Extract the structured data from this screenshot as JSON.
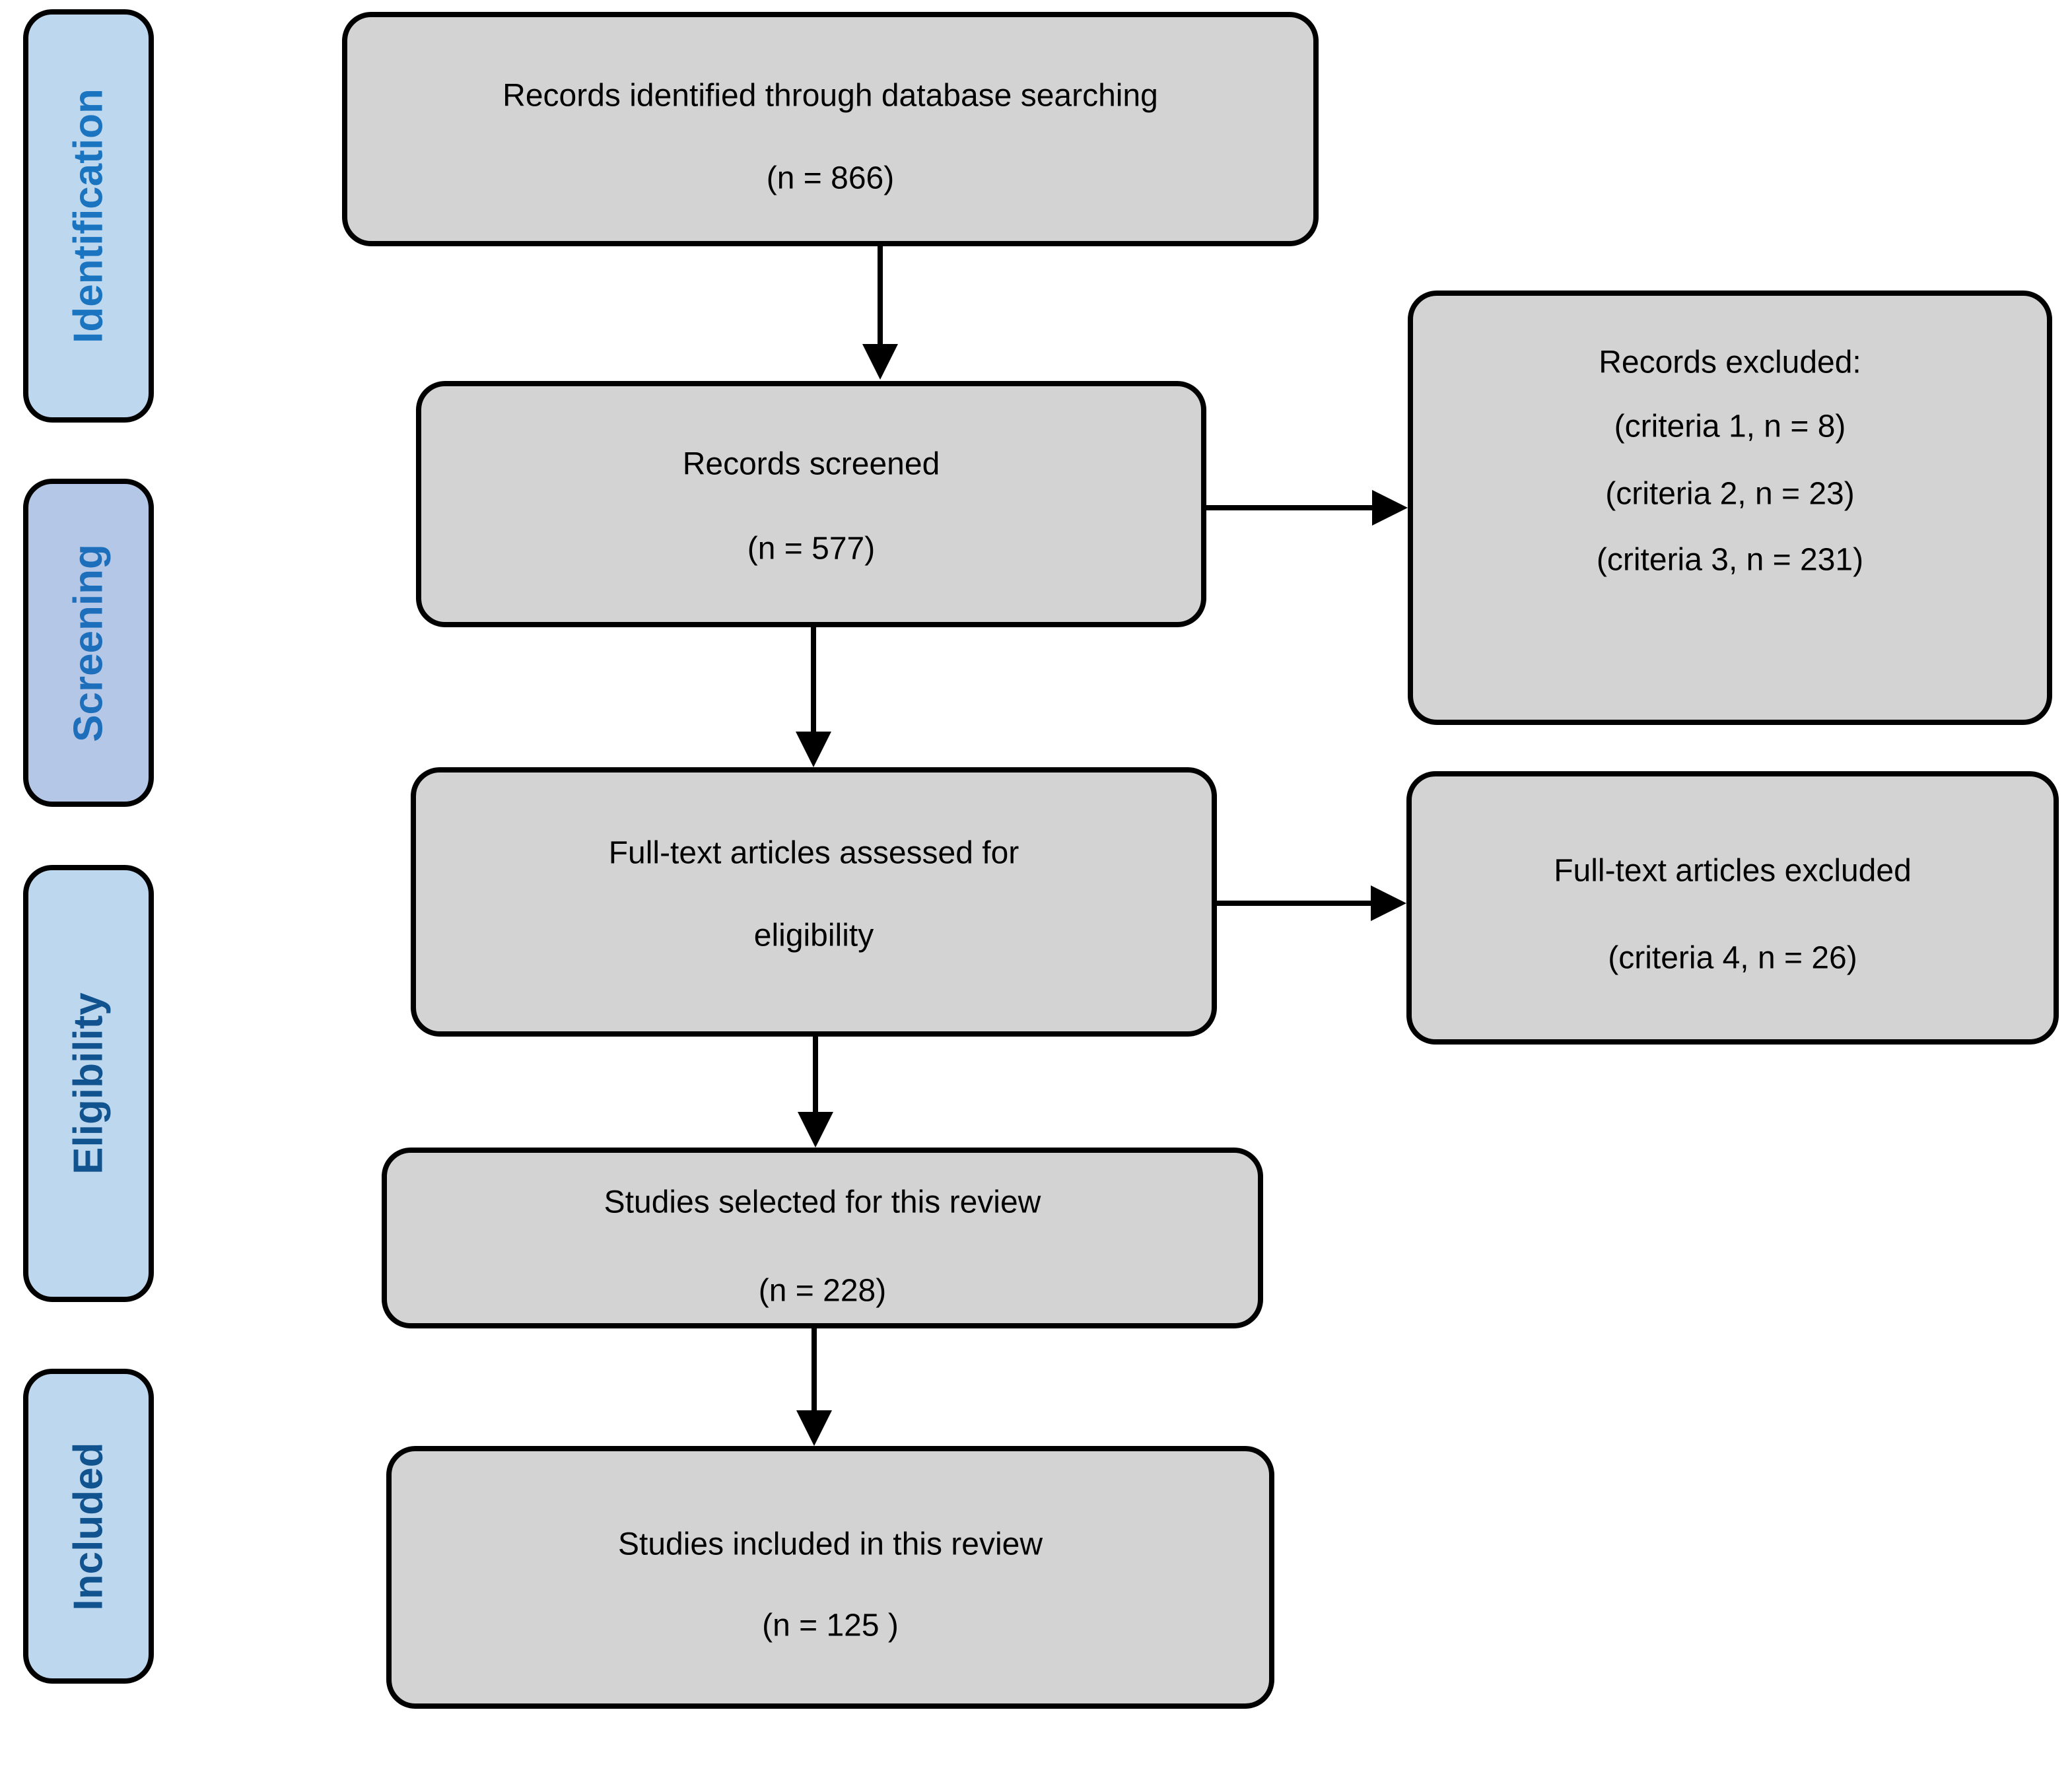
{
  "diagram": {
    "sidebar": {
      "stages": [
        {
          "label": "Identification",
          "fill": "#BDD7EE",
          "text_color": "#1B74C0"
        },
        {
          "label": "Screening",
          "fill": "#B4C7E7",
          "text_color": "#1D6FBB"
        },
        {
          "label": "Eligibility",
          "fill": "#BDD7EE",
          "text_color": "#11538E"
        },
        {
          "label": "Included",
          "fill": "#BDD7EE",
          "text_color": "#11538E"
        }
      ]
    },
    "flow_boxes": [
      {
        "line1": "Records identified through database searching",
        "line2": "(n = 866)"
      },
      {
        "line1": "Records screened",
        "line2": "(n = 577)"
      },
      {
        "line1": "Full-text articles assessed for",
        "line2": "eligibility"
      },
      {
        "line1": "Studies selected for this review",
        "line2": "(n = 228)"
      },
      {
        "line1": "Studies included in this review",
        "line2": "(n = 125 )"
      }
    ],
    "exclusion_boxes": {
      "records_excluded": {
        "heading": "Records excluded:",
        "items": [
          "(criteria 1, n = 8)",
          "(criteria 2, n = 23)",
          "(criteria 3, n = 231)"
        ]
      },
      "fulltext_excluded": {
        "line1": "Full-text articles excluded",
        "line2": "(criteria 4, n = 26)"
      }
    },
    "colors": {
      "background": "#FFFFFF",
      "flow_box_fill": "#D3D3D3",
      "box_border": "#000000",
      "arrow": "#000000"
    }
  }
}
